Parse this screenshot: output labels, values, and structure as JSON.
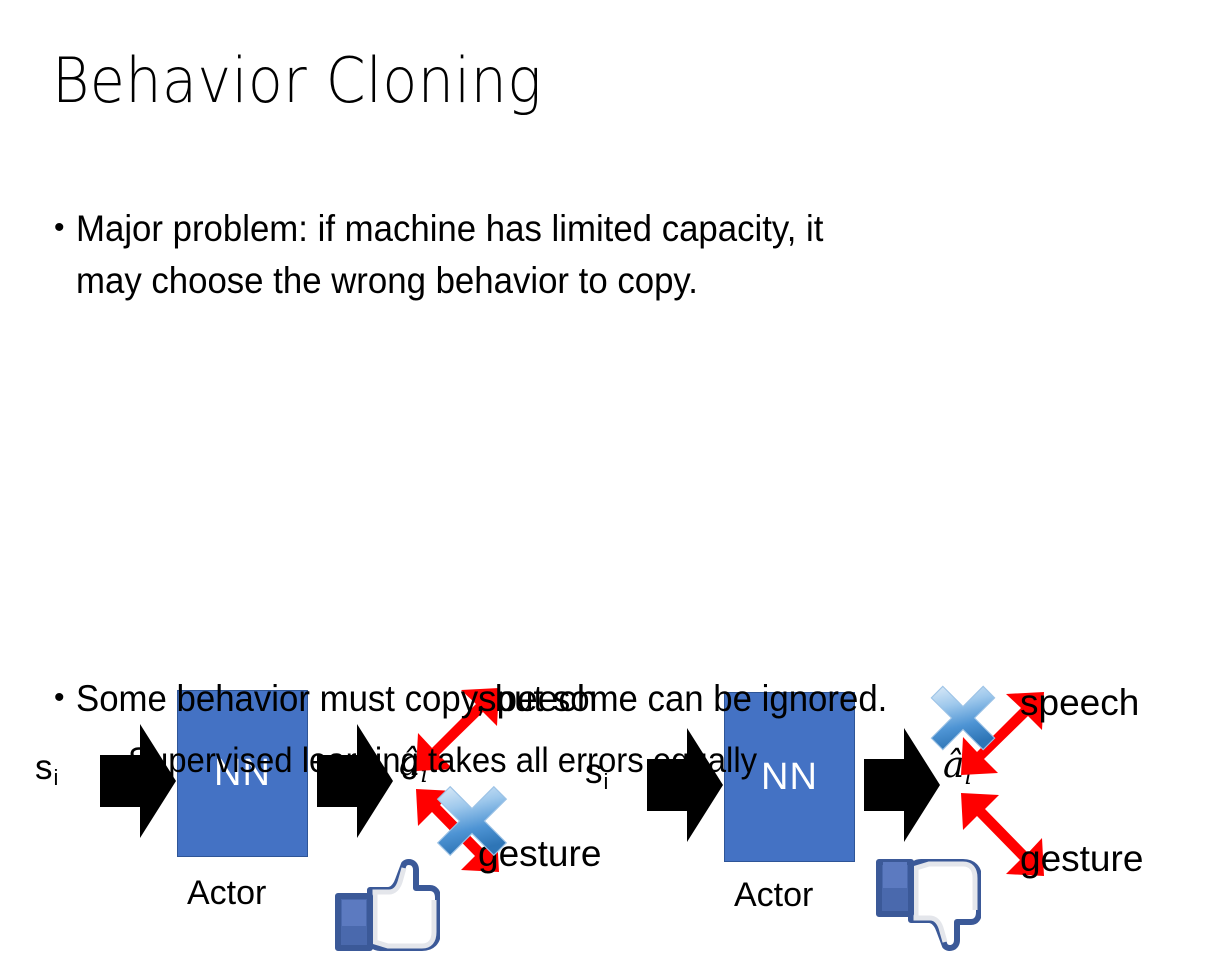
{
  "slide": {
    "title": "Behavior Cloning",
    "background": "#ffffff",
    "accent_blue": "#4472C4",
    "arrow_red": "#FF0000",
    "thumb_blue": "#3B5998",
    "x_blue": "#5B9BD5"
  },
  "bullets": [
    {
      "level": 1,
      "marker": "•",
      "text": "Major problem: if machine has limited capacity, it\nmay choose the wrong behavior to copy."
    },
    {
      "level": 1,
      "marker": "•",
      "text": "Some behavior must copy, but some can be ignored."
    },
    {
      "level": 2,
      "marker": "•",
      "text": "Supervised learning takes all errors equally"
    }
  ],
  "diagrams": [
    {
      "id": "left",
      "input_label": "s",
      "input_subscript": "i",
      "box_label": "NN",
      "box_caption": "Actor",
      "output_label": "â",
      "output_subscript": "i",
      "branches": [
        {
          "name": "speech",
          "crossed_out": false
        },
        {
          "name": "gesture",
          "crossed_out": true
        }
      ],
      "verdict_icon": "thumbs-up-icon",
      "verdict": "approve"
    },
    {
      "id": "right",
      "input_label": "s",
      "input_subscript": "i",
      "box_label": "NN",
      "box_caption": "Actor",
      "output_label": "â",
      "output_subscript": "i",
      "branches": [
        {
          "name": "speech",
          "crossed_out": true
        },
        {
          "name": "gesture",
          "crossed_out": false
        }
      ],
      "verdict_icon": "thumbs-down-icon",
      "verdict": "reject"
    }
  ]
}
